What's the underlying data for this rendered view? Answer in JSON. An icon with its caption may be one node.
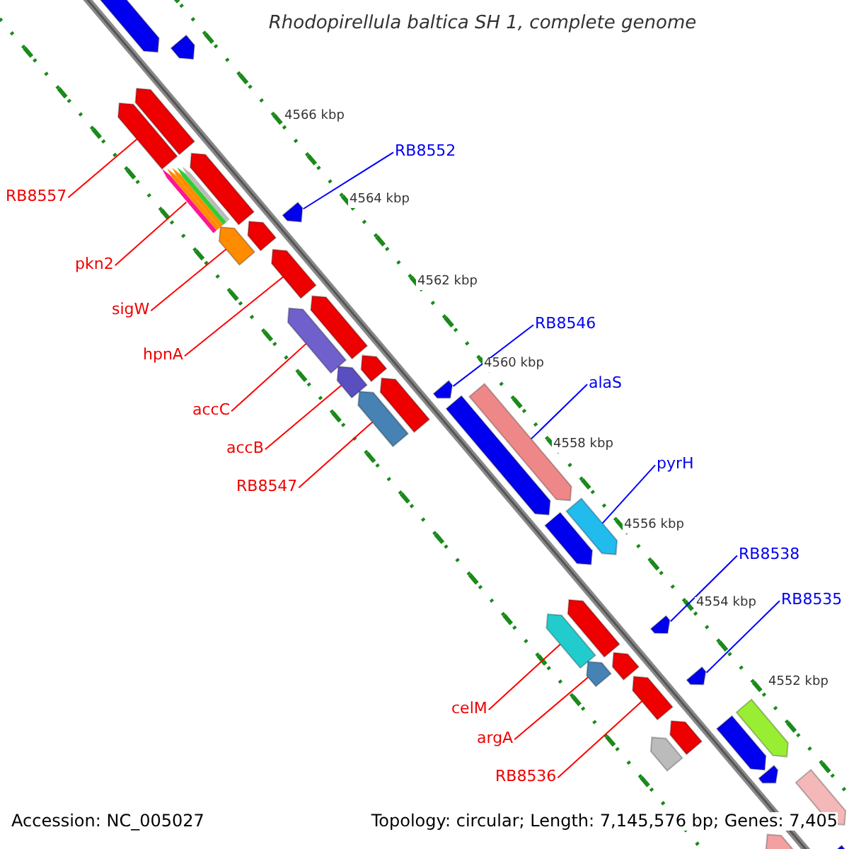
{
  "diagram": {
    "title": "Rhodopirellula baltica SH 1, complete genome",
    "nodes": [
      {
        "text": [
          "RB8557"
        ]
      },
      {
        "text": [],
        "shape": "arrow"
      },
      {
        "text": [
          "pkn2"
        ]
      },
      {
        "text": [],
        "shape": "arrow"
      },
      {
        "text": [
          "sigW"
        ]
      },
      {
        "text": [],
        "shape": "arrow"
      },
      {
        "text": [
          "hpnA"
        ]
      },
      {
        "text": [],
        "shape": "arrow"
      },
      {
        "text": [
          "accC"
        ]
      },
      {
        "text": [],
        "shape": "arrow"
      },
      {
        "text": [
          "accB"
        ]
      },
      {
        "text": [],
        "shape": "arrow"
      },
      {
        "text": [
          "RB8547"
        ]
      },
      {
        "text": [],
        "shape": "arrow"
      },
      {
        "text": [
          "celM"
        ]
      },
      {
        "text": [],
        "shape": "arrow"
      },
      {
        "text": [
          "argA"
        ]
      },
      {
        "text": [],
        "shape": "arrow"
      },
      {
        "text": [
          "RB8536"
        ]
      },
      {
        "text": [],
        "shape": "arrow"
      },
      {
        "text": [
          "RB8552"
        ]
      },
      {
        "text": [],
        "shape": "arrow"
      },
      {
        "text": [
          "RB8546"
        ]
      },
      {
        "text": [],
        "shape": "arrow"
      },
      {
        "text": [
          "alaS"
        ]
      },
      {
        "text": [],
        "shape": "arrow"
      },
      {
        "text": [
          "pyrH"
        ]
      },
      {
        "text": [],
        "shape": "arrow"
      },
      {
        "text": [
          "RB8538"
        ]
      },
      {
        "text": [],
        "shape": "arrow"
      },
      {
        "text": [
          "RB8535"
        ]
      },
      {
        "text": [],
        "shape": "arrow"
      },
      {
        "text": [],
        "shape": "arrow"
      },
      {
        "text": [],
        "shape": "arrow"
      },
      {
        "text": [],
        "shape": "arrow"
      },
      {
        "text": [],
        "shape": "arrow"
      },
      {
        "text": [],
        "shape": "arrow"
      },
      {
        "text": [],
        "shape": "arrow"
      },
      {
        "text": [],
        "shape": "arrow"
      },
      {
        "text": [],
        "shape": "arrow"
      },
      {
        "text": [],
        "shape": "arrow"
      },
      {
        "text": [],
        "shape": "arrow"
      },
      {
        "text": [],
        "shape": "arrow"
      },
      {
        "text": [],
        "shape": "arrow"
      },
      {
        "text": [],
        "shape": "arrow"
      },
      {
        "text": [],
        "shape": "arrow"
      },
      {
        "text": [],
        "shape": "arrow"
      },
      {
        "text": [],
        "shape": "arrow"
      },
      {
        "text": [],
        "shape": "arrow"
      },
      {
        "text": [],
        "shape": "arrow"
      },
      {
        "text": [],
        "shape": "arrow"
      },
      {
        "text": [],
        "shape": "arrow"
      }
    ],
    "edges": [
      {
        "from": 0,
        "to": 1,
        "arrow": "none"
      },
      {
        "from": 2,
        "to": 3,
        "arrow": "none"
      },
      {
        "from": 4,
        "to": 5,
        "arrow": "none"
      },
      {
        "from": 6,
        "to": 7,
        "arrow": "none"
      },
      {
        "from": 8,
        "to": 9,
        "arrow": "none"
      },
      {
        "from": 10,
        "to": 11,
        "arrow": "none"
      },
      {
        "from": 12,
        "to": 13,
        "arrow": "none"
      },
      {
        "from": 14,
        "to": 15,
        "arrow": "none"
      },
      {
        "from": 16,
        "to": 17,
        "arrow": "none"
      },
      {
        "from": 18,
        "to": 19,
        "arrow": "none"
      },
      {
        "from": 20,
        "to": 21,
        "arrow": "none",
        "color": "#0000ff"
      },
      {
        "from": 22,
        "to": 23,
        "arrow": "none",
        "color": "#0000ff"
      },
      {
        "from": 24,
        "to": 25,
        "arrow": "none",
        "color": "#0000ff"
      },
      {
        "from": 26,
        "to": 27,
        "arrow": "none",
        "color": "#0000ff"
      },
      {
        "from": 28,
        "to": 29,
        "arrow": "none",
        "color": "#0000ff"
      },
      {
        "from": 30,
        "to": 31,
        "arrow": "none",
        "color": "#0000ff"
      }
    ],
    "labels": [
      "4566 kbp",
      "4564 kbp",
      "4562 kbp",
      "4560 kbp",
      "4558 kbp",
      "4556 kbp",
      "4554 kbp",
      "4552 kbp",
      "Accession: NC_005027",
      "Topology: circular; Length: 7,145,576 bp; Genes: 7,405"
    ]
  }
}
